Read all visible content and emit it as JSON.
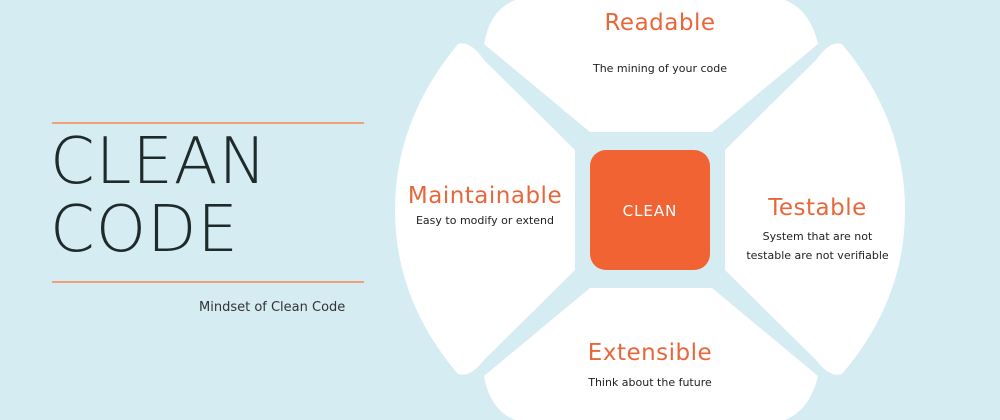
{
  "title": {
    "line1": "CLEAN",
    "line2": "CODE"
  },
  "subtitle": "Mindset of Clean Code",
  "center": {
    "label": "CLEAN"
  },
  "segments": {
    "readable": {
      "label": "Readable",
      "desc": "The mining of your code"
    },
    "maintainable": {
      "label": "Maintainable",
      "desc": "Easy to modify or extend"
    },
    "testable": {
      "label": "Testable",
      "desc_line1": "System that are not",
      "desc_line2": "testable are not verifiable"
    },
    "extensible": {
      "label": "Extensible",
      "desc": "Think about the future"
    }
  },
  "colors": {
    "background": "#d6ecf3",
    "accent": "#e8673a",
    "center_fill": "#f26333",
    "rule": "#f2a07c",
    "segment_fill": "#ffffff"
  }
}
